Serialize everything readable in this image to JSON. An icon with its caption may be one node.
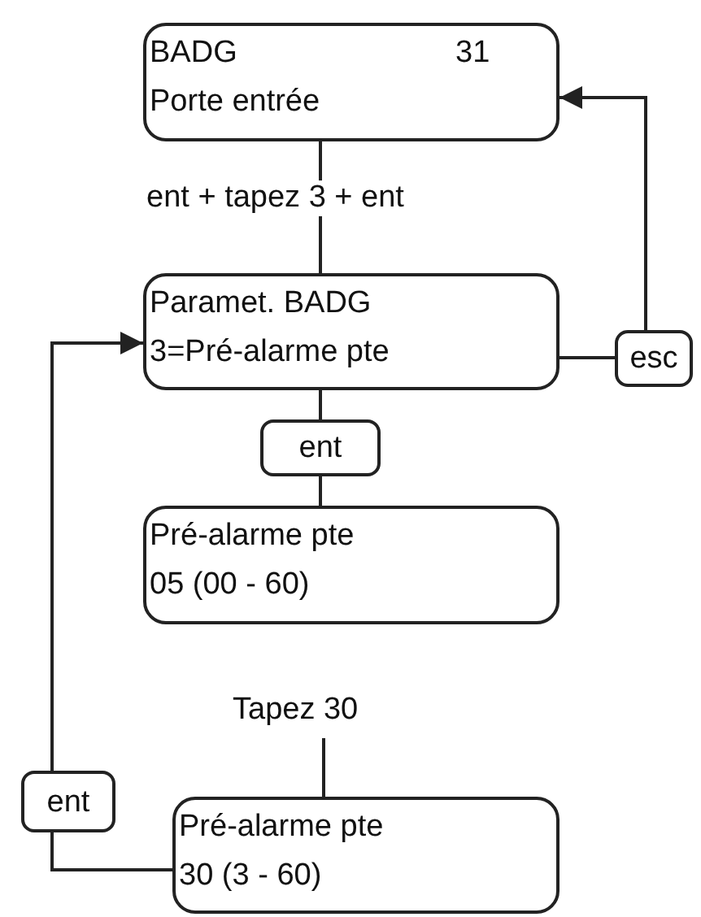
{
  "diagram": {
    "nodes": [
      {
        "text": [
          "BADG",
          "31",
          "Porte entrée"
        ]
      },
      {
        "text": [
          "Paramet. BADG",
          "3=Pré-alarme pte"
        ]
      },
      {
        "text": [
          "esc"
        ]
      },
      {
        "text": [
          "ent"
        ]
      },
      {
        "text": [
          "Pré-alarme pte",
          "05 (00 - 60)"
        ]
      },
      {
        "text": [
          "Tapez 30"
        ]
      },
      {
        "text": [
          "ent"
        ]
      },
      {
        "text": [
          "Pré-alarme pte",
          "30 (3 - 60)"
        ]
      }
    ],
    "edges": [
      {
        "from": 0,
        "to": 1,
        "arrow": "none",
        "label": "ent + tapez 3  + ent"
      },
      {
        "from": 1,
        "to": 2,
        "arrow": "none"
      },
      {
        "from": 2,
        "to": 0,
        "arrow": "to"
      },
      {
        "from": 1,
        "to": 3,
        "arrow": "none"
      },
      {
        "from": 3,
        "to": 4,
        "arrow": "none"
      },
      {
        "from": 5,
        "to": 7,
        "arrow": "none"
      },
      {
        "from": 7,
        "to": 6,
        "arrow": "none"
      },
      {
        "from": 6,
        "to": 1,
        "arrow": "to"
      }
    ]
  }
}
